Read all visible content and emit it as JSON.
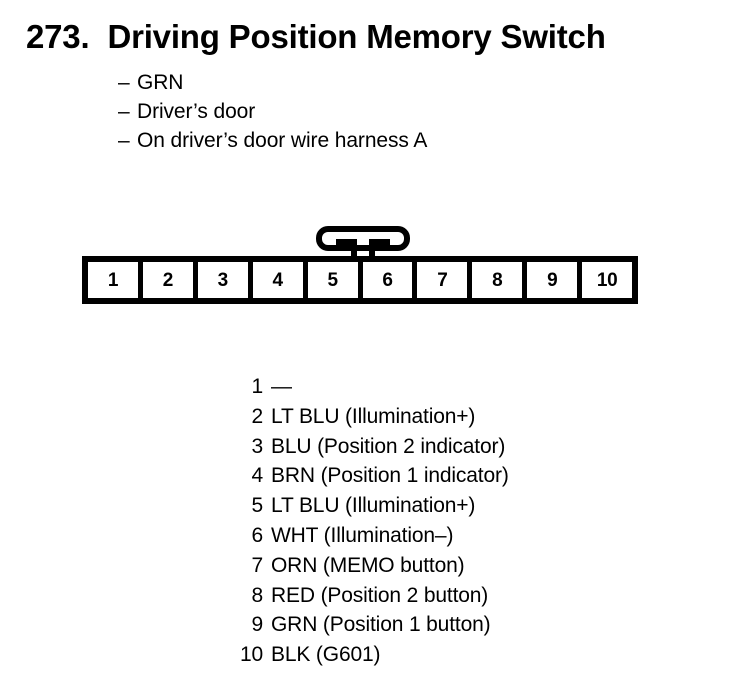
{
  "header": {
    "number": "273.",
    "title": "Driving Position Memory Switch",
    "bullets": [
      {
        "dash": "–",
        "text": "GRN"
      },
      {
        "dash": "–",
        "text": "Driver’s door"
      },
      {
        "dash": "–",
        "text": "On driver’s door wire harness A"
      }
    ]
  },
  "connector": {
    "latch_icon": "connector-latch-tab",
    "pins": [
      {
        "label": "1"
      },
      {
        "label": "2"
      },
      {
        "label": "3"
      },
      {
        "label": "4"
      },
      {
        "label": "5"
      },
      {
        "label": "6"
      },
      {
        "label": "7"
      },
      {
        "label": "8"
      },
      {
        "label": "9"
      },
      {
        "label": "10"
      }
    ]
  },
  "pin_list": [
    {
      "number": "1",
      "description": "—"
    },
    {
      "number": "2",
      "description": "LT BLU (Illumination+)"
    },
    {
      "number": "3",
      "description": "BLU (Position 2 indicator)"
    },
    {
      "number": "4",
      "description": "BRN (Position 1 indicator)"
    },
    {
      "number": "5",
      "description": "LT BLU (Illumination+)"
    },
    {
      "number": "6",
      "description": "WHT (Illumination–)"
    },
    {
      "number": "7",
      "description": "ORN (MEMO button)"
    },
    {
      "number": "8",
      "description": "RED (Position 2 button)"
    },
    {
      "number": "9",
      "description": "GRN (Position 1 button)"
    },
    {
      "number": "10",
      "description": "BLK (G601)"
    }
  ],
  "colors": {
    "background": "#ffffff",
    "ink": "#000000"
  }
}
